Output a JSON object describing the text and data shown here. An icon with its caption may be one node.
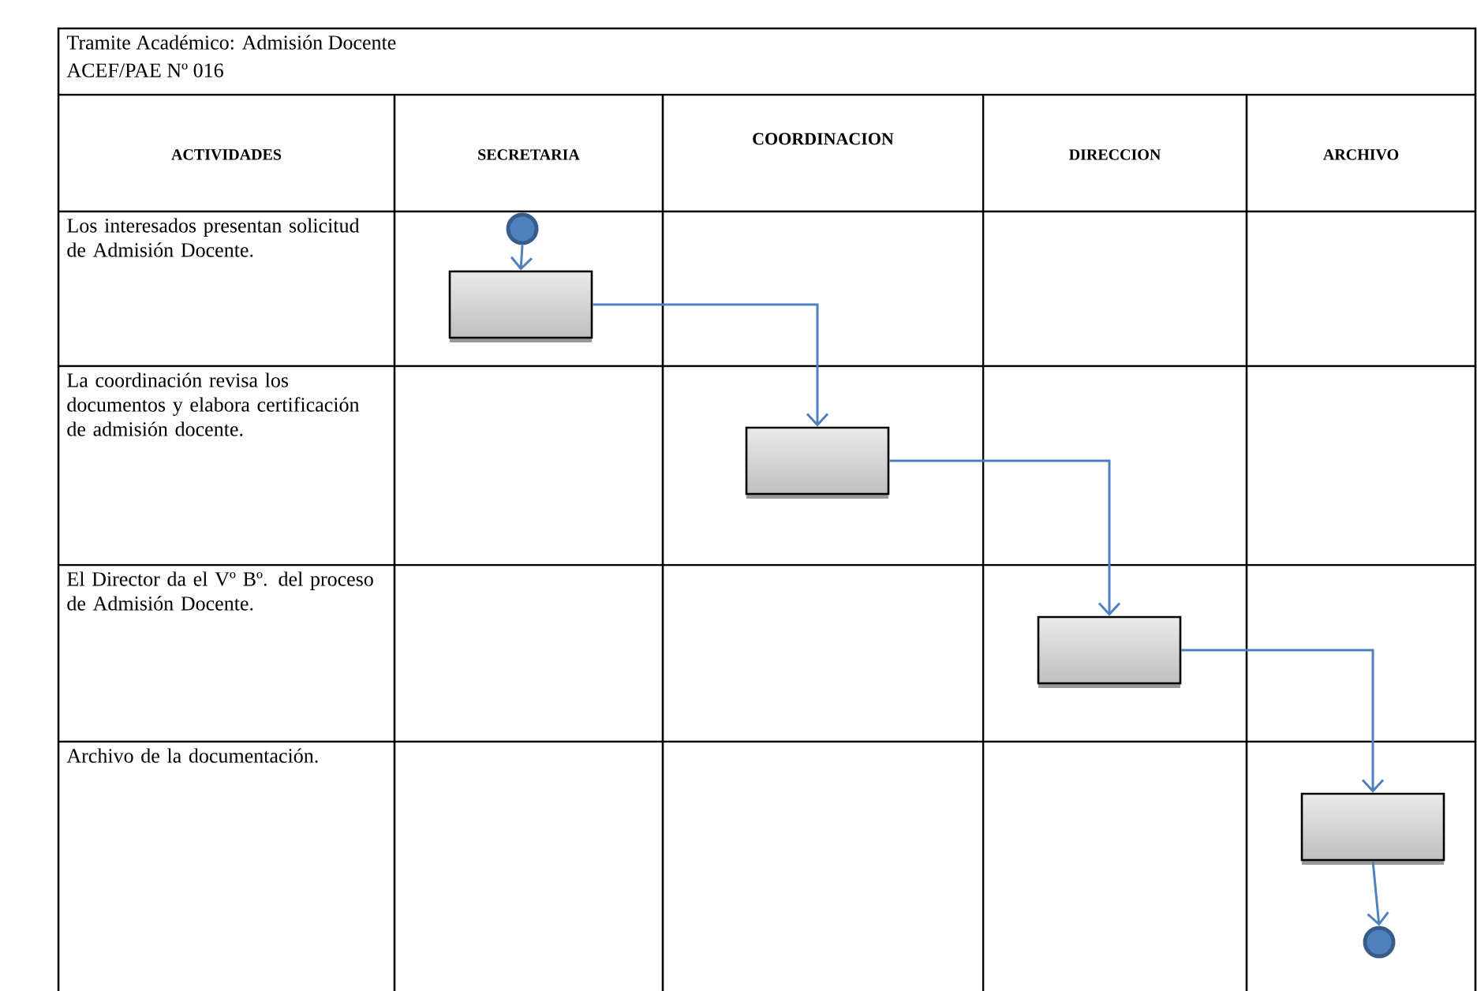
{
  "diagram": {
    "title": "Tramite Académico: Admisión Docente",
    "nodes": [
      {
        "text": [],
        "shape": "circle"
      },
      {
        "text": [],
        "shape": "box"
      },
      {
        "text": [],
        "shape": "box"
      },
      {
        "text": [],
        "shape": "box"
      },
      {
        "text": [],
        "shape": "box"
      },
      {
        "text": [],
        "shape": "circle"
      }
    ],
    "edges": [
      {
        "from": 0,
        "to": 1,
        "arrow": "to"
      },
      {
        "from": 1,
        "to": 2,
        "arrow": "to"
      },
      {
        "from": 2,
        "to": 3,
        "arrow": "to"
      },
      {
        "from": 3,
        "to": 4,
        "arrow": "to"
      },
      {
        "from": 4,
        "to": 5,
        "arrow": "to"
      }
    ],
    "labels": [
      "ACEF/PAE Nº 016",
      "ACTIVIDADES",
      "SECRETARIA",
      "COORDINACION",
      "DIRECCION",
      "ARCHIVO",
      "Los interesados presentan solicitud de Admisión Docente.",
      "La coordinación revisa los documentos y elabora certificación de admisión docente.",
      "El Director da el Vº Bº. del proceso de Admisión Docente.",
      "Archivo de la documentación."
    ]
  }
}
